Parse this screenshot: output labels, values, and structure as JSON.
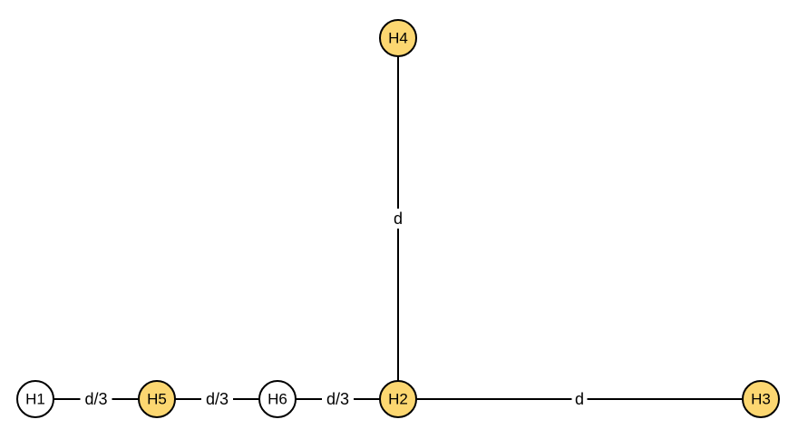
{
  "colors": {
    "highlight": "#fcd771",
    "plain": "#ffffff",
    "stroke": "#000000"
  },
  "nodes": [
    {
      "id": "H1",
      "label": "H1",
      "highlighted": false
    },
    {
      "id": "H5",
      "label": "H5",
      "highlighted": true
    },
    {
      "id": "H6",
      "label": "H6",
      "highlighted": false
    },
    {
      "id": "H2",
      "label": "H2",
      "highlighted": true
    },
    {
      "id": "H3",
      "label": "H3",
      "highlighted": true
    },
    {
      "id": "H4",
      "label": "H4",
      "highlighted": true
    }
  ],
  "edges": [
    {
      "from": "H1",
      "to": "H5",
      "label": "d/3"
    },
    {
      "from": "H5",
      "to": "H6",
      "label": "d/3"
    },
    {
      "from": "H6",
      "to": "H2",
      "label": "d/3"
    },
    {
      "from": "H2",
      "to": "H3",
      "label": "d"
    },
    {
      "from": "H2",
      "to": "H4",
      "label": "d"
    }
  ]
}
